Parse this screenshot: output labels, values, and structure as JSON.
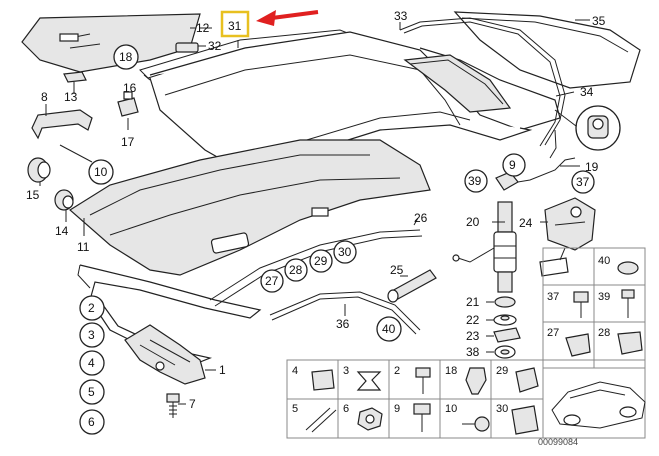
{
  "diagram": {
    "catalog_code": "00099084",
    "accent_color": "#e02020",
    "highlight_color": "#e8c020",
    "highlighted_part": "31",
    "callouts": [
      "12",
      "31",
      "32",
      "33",
      "35",
      "18",
      "16",
      "8",
      "13",
      "17",
      "34",
      "10",
      "15",
      "14",
      "11",
      "9",
      "19",
      "39",
      "37",
      "26",
      "20",
      "24",
      "30",
      "29",
      "28",
      "27",
      "25",
      "21",
      "22",
      "23",
      "38",
      "36",
      "1",
      "7",
      "2",
      "3",
      "4",
      "5",
      "6",
      "40"
    ],
    "legend": [
      {
        "ref": "4"
      },
      {
        "ref": "3"
      },
      {
        "ref": "2"
      },
      {
        "ref": "18"
      },
      {
        "ref": "29"
      },
      {
        "ref": "5"
      },
      {
        "ref": "6"
      },
      {
        "ref": "9"
      },
      {
        "ref": "10"
      },
      {
        "ref": "30"
      },
      {
        "ref": "40"
      },
      {
        "ref": "37"
      },
      {
        "ref": "39"
      },
      {
        "ref": "27"
      },
      {
        "ref": "28"
      }
    ]
  }
}
